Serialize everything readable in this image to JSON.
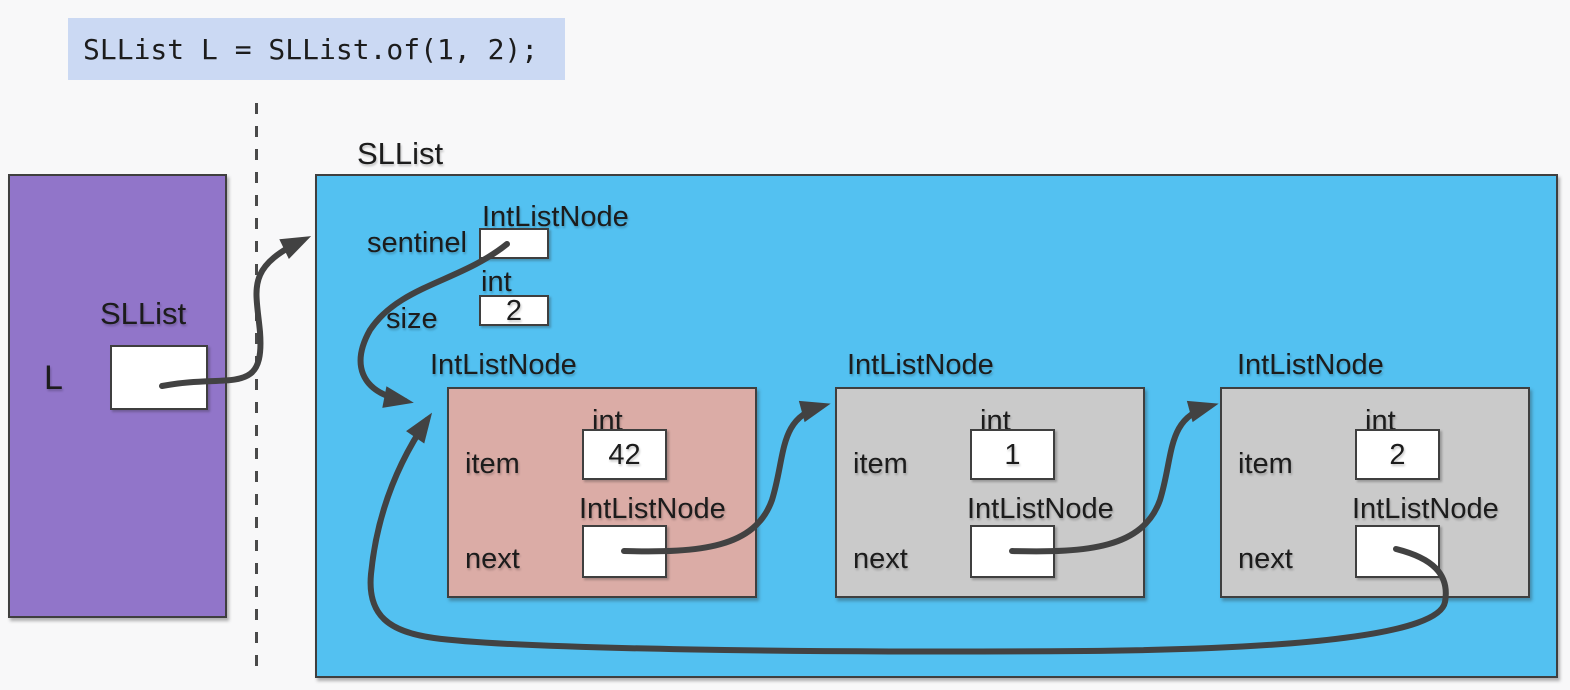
{
  "code_snippet": {
    "text": "SLList L = SLList.of(1, 2);"
  },
  "stack_frame": {
    "type_label": "SLList",
    "variable_name": "L"
  },
  "heap": {
    "sllist_object": {
      "title": "SLList",
      "sentinel_type": "IntListNode",
      "sentinel_label": "sentinel",
      "size_type": "int",
      "size_label": "size",
      "size_value": "2"
    },
    "nodes": [
      {
        "title": "IntListNode",
        "item_type": "int",
        "item_label": "item",
        "item_value": "42",
        "next_type": "IntListNode",
        "next_label": "next"
      },
      {
        "title": "IntListNode",
        "item_type": "int",
        "item_label": "item",
        "item_value": "1",
        "next_type": "IntListNode",
        "next_label": "next"
      },
      {
        "title": "IntListNode",
        "item_type": "int",
        "item_label": "item",
        "item_value": "2",
        "next_type": "IntListNode",
        "next_label": "next"
      }
    ]
  },
  "colors": {
    "background": "#f8f8f9",
    "code_bg": "#cbd9f3",
    "stack_purple": "#9175c9",
    "heap_blue": "#53c1f1",
    "node_pink": "#dbaca6",
    "node_gray": "#cacaca",
    "arrow": "#424242",
    "border": "#3f3f3f",
    "text": "#1c1c1c"
  }
}
